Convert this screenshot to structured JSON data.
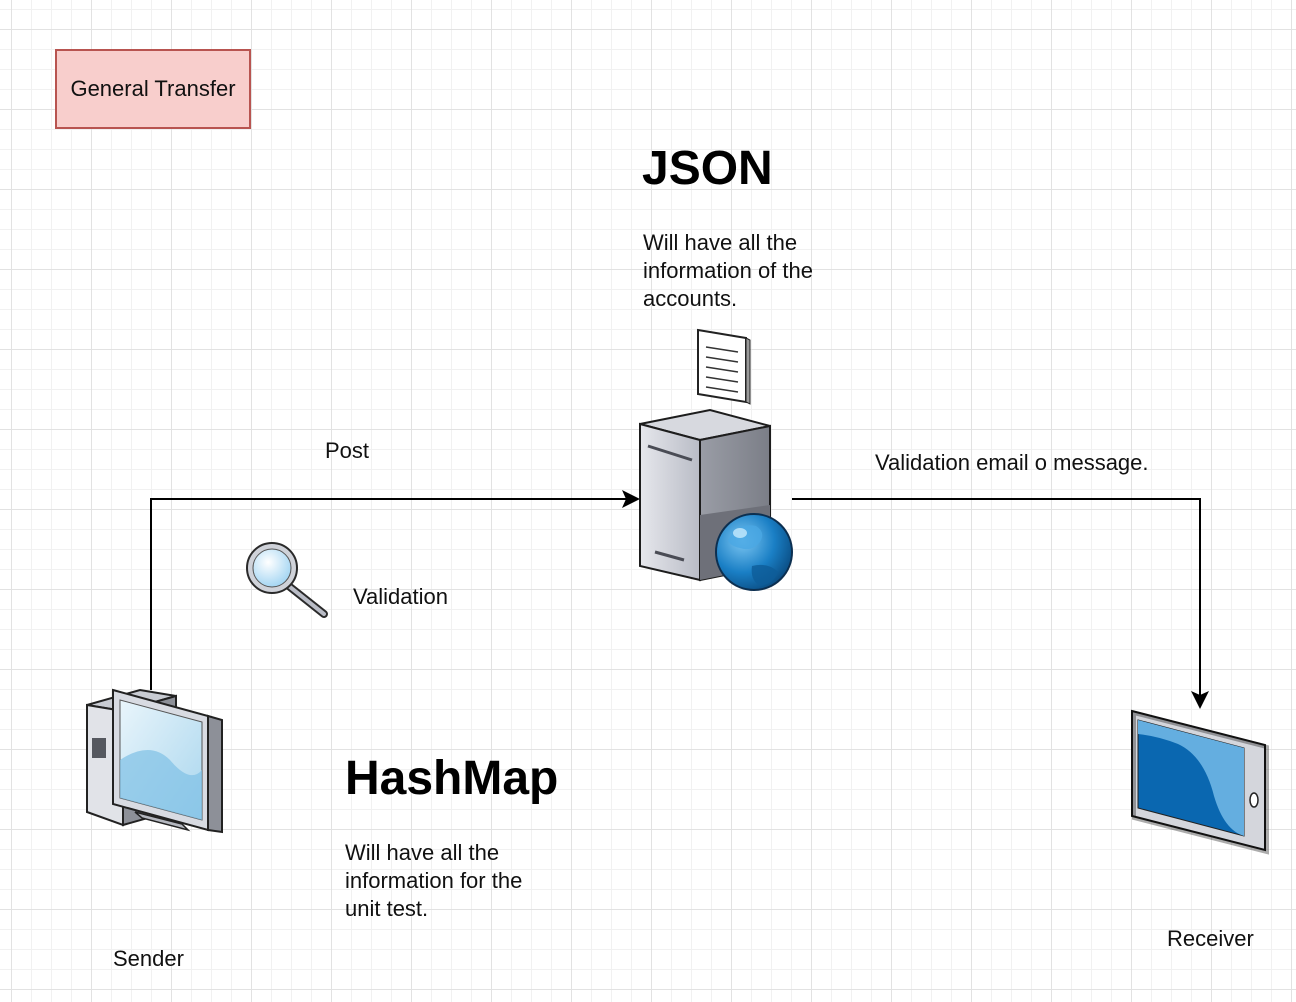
{
  "legend": {
    "label": "General Transfer",
    "fill": "#f8cecc",
    "stroke": "#b85450"
  },
  "json_note": {
    "title": "JSON",
    "body": "Will have all the information of the accounts."
  },
  "hashmap_note": {
    "title": "HashMap",
    "body": "Will have all the information for the unit test."
  },
  "nodes": {
    "sender": {
      "label": "Sender",
      "icon": "desktop-computer-icon"
    },
    "server": {
      "icon": "web-server-icon"
    },
    "document": {
      "icon": "document-icon"
    },
    "receiver": {
      "label": "Receiver",
      "icon": "tablet-icon"
    },
    "magnifier": {
      "icon": "magnifying-glass-icon"
    }
  },
  "edges": {
    "post": {
      "label": "Post"
    },
    "validation": {
      "label": "Validation"
    },
    "notify": {
      "label": "Validation email o message."
    }
  },
  "colors": {
    "connector": "#000000",
    "grid": "#e2e2e2",
    "globe": "#1a7fc5"
  }
}
